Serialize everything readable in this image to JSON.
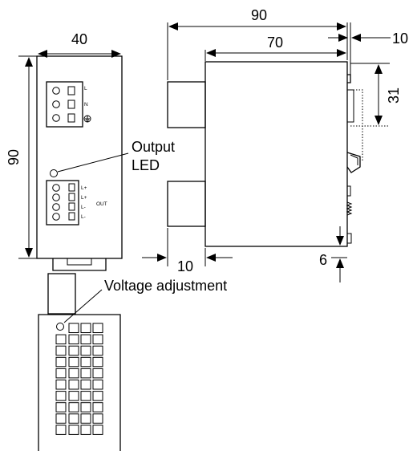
{
  "dimensions": {
    "front_width": "40",
    "height": "90",
    "side_total_depth": "90",
    "side_body_depth": "70",
    "rail_offset": "10",
    "rail_height": "31",
    "terminal_protrusion": "10",
    "bottom_offset": "6"
  },
  "callouts": {
    "output_led_line1": "Output",
    "output_led_line2": "LED",
    "voltage_adjustment": "Voltage adjustment"
  },
  "terminal_labels": {
    "input_l": "L",
    "input_n": "N",
    "out_1": "L+",
    "out_2": "L+",
    "out_3": "L-",
    "out_4": "L-",
    "out_group": "OUT"
  }
}
